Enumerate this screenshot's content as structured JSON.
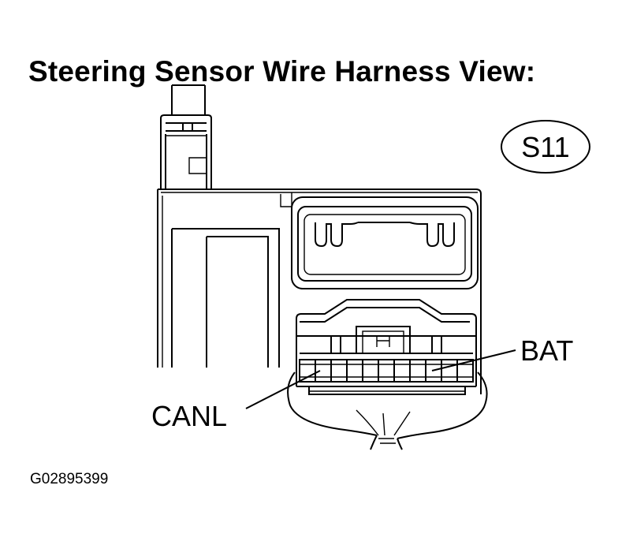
{
  "title": "Steering Sensor Wire Harness View:",
  "connector_id": "S11",
  "pin_labels": {
    "bat": "BAT",
    "canl": "CANL"
  },
  "figure_code": "G02895399"
}
